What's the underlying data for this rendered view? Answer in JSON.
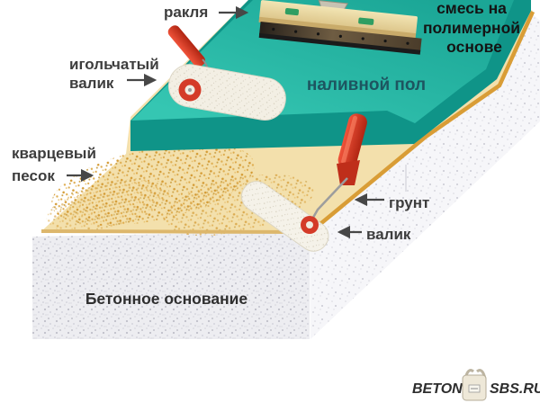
{
  "diagram": {
    "title_implicit": "Self-leveling floor layers diagram",
    "squeegee_label": "ракля",
    "needle_roller_label": [
      "игольчатый",
      "валик"
    ],
    "mixture_label": [
      "смесь на",
      "полимерной",
      "основе"
    ],
    "floor_label": "наливной пол",
    "sand_label": [
      "кварцевый",
      "песок"
    ],
    "primer_label": "грунт",
    "roller_label": "валик",
    "base_label": "Бетонное основание"
  },
  "branding": {
    "logo_left": "BETON",
    "logo_right": "SBS.RU",
    "logo_icon": "cement-bag"
  },
  "colors": {
    "floor_top_teal": "#2bbfac",
    "floor_side_teal": "#0f9488",
    "floor_text": "#1d5560",
    "primer_tan": "#f3e0ac",
    "primer_gold_edge": "#d99d36",
    "sand_gold": "#d9a844",
    "concrete_white": "#f3f3f6",
    "tool_red": "#d93b28",
    "label_text": "#3d3d3d",
    "mixture_text": "#141414",
    "logo_text": "#2d2d2d"
  }
}
